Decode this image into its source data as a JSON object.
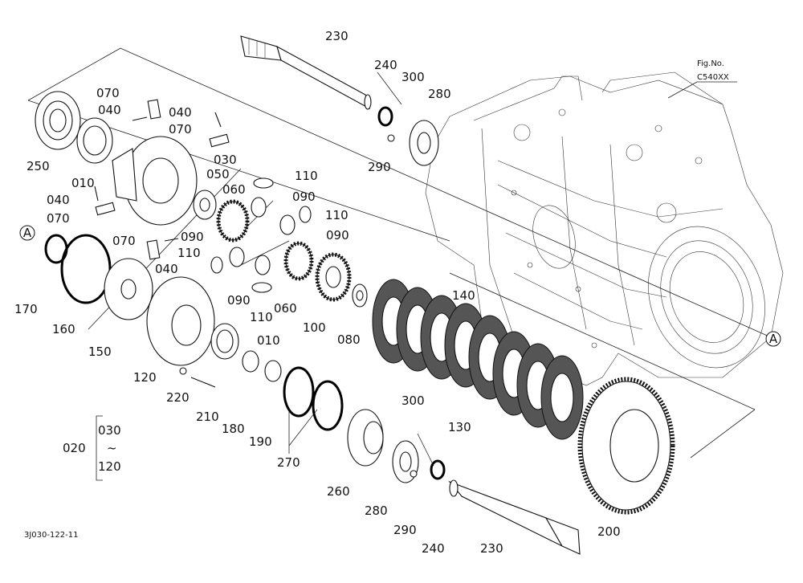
{
  "figure": {
    "fig_label": "Fig.No.",
    "fig_number": "C540XX",
    "drawing_code": "3J030-122-11",
    "group_label": "020",
    "group_range_start": "030",
    "group_range_tilde": "~",
    "group_range_end": "120",
    "ref_marker": "A"
  },
  "callouts": [
    "230",
    "240",
    "300",
    "280",
    "290",
    "070",
    "040",
    "040",
    "070",
    "030",
    "250",
    "010",
    "050",
    "110",
    "060",
    "090",
    "040",
    "070",
    "110",
    "090",
    "070",
    "090",
    "040",
    "110",
    "060",
    "090",
    "110",
    "100",
    "140",
    "080",
    "170",
    "160",
    "150",
    "010",
    "120",
    "220",
    "210",
    "180",
    "190",
    "130",
    "300",
    "270",
    "260",
    "280",
    "290",
    "240",
    "230",
    "200"
  ]
}
